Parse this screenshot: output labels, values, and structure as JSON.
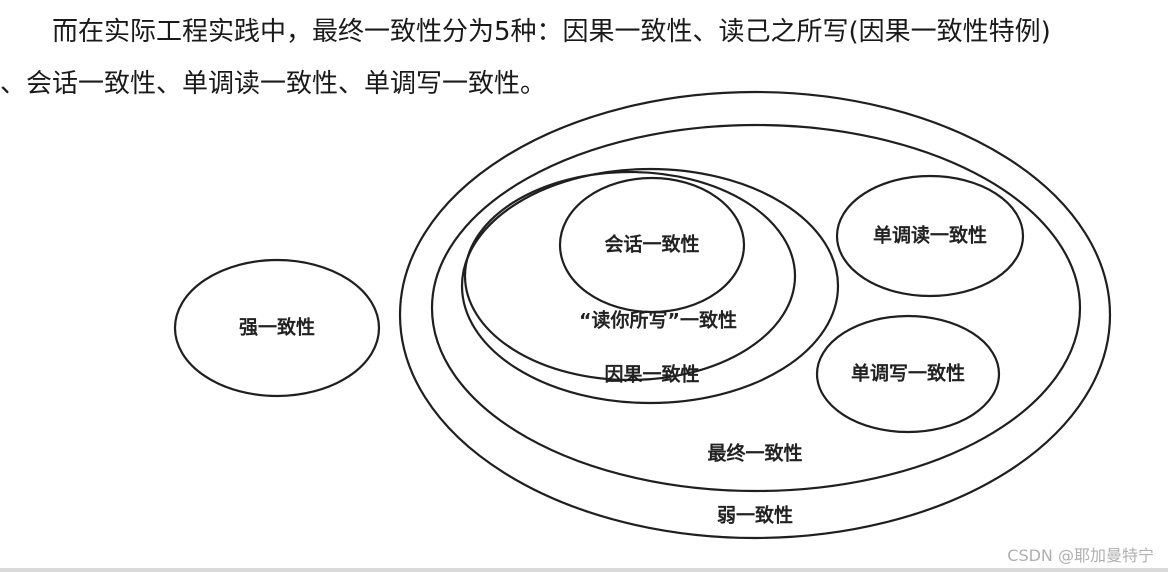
{
  "paragraph": {
    "line1": "而在实际工程实践中，最终一致性分为5种：因果一致性、读己之所写(因果一致性特例)",
    "line2": "、会话一致性、单调读一致性、单调写一致性。"
  },
  "diagram": {
    "strong": "强一致性",
    "weak": "弱一致性",
    "eventual": "最终一致性",
    "causal": "因果一致性",
    "read_your_writes": "“读你所写”一致性",
    "session": "会话一致性",
    "monotonic_read": "单调读一致性",
    "monotonic_write": "单调写一致性"
  },
  "watermark": "CSDN @耶加曼特宁"
}
